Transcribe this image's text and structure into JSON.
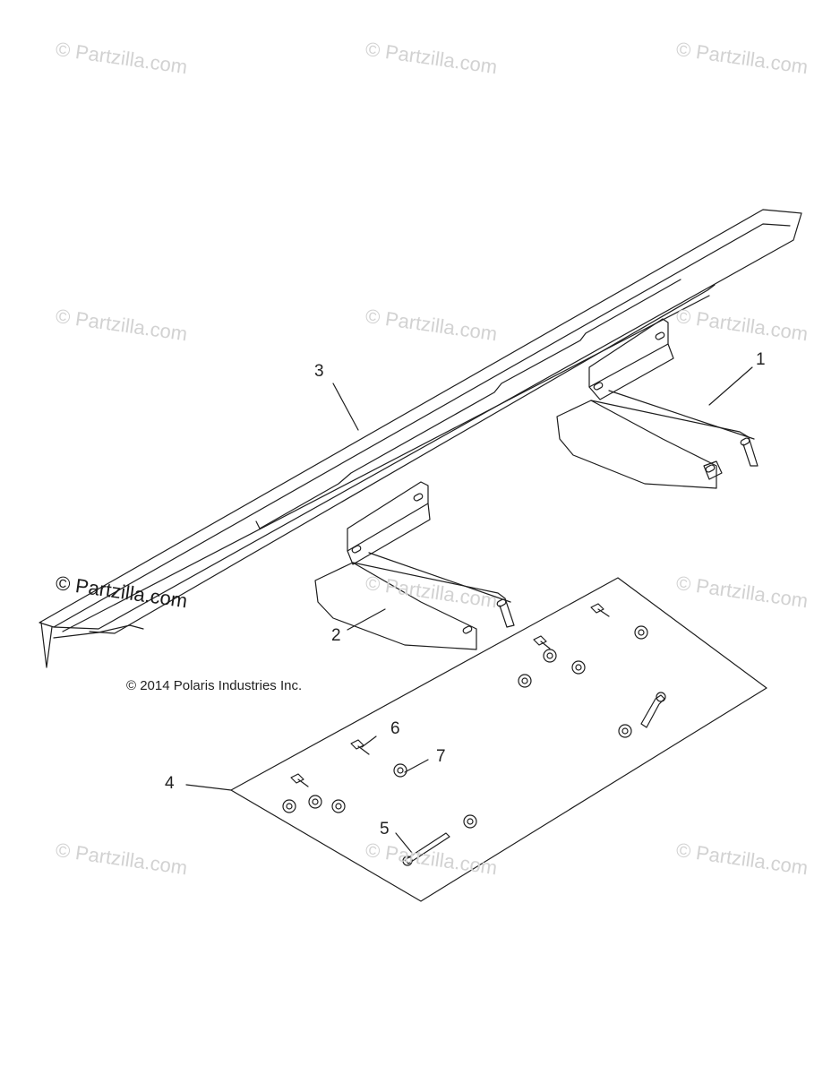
{
  "watermark": {
    "text": "© Partzilla.com"
  },
  "copyright": "© 2014 Polaris Industries Inc.",
  "callouts": [
    {
      "number": "1"
    },
    {
      "number": "2"
    },
    {
      "number": "3"
    },
    {
      "number": "4"
    },
    {
      "number": "5"
    },
    {
      "number": "6"
    },
    {
      "number": "7"
    }
  ],
  "colors": {
    "line": "#1e1e1e",
    "watermark": "#d2d2d2"
  }
}
